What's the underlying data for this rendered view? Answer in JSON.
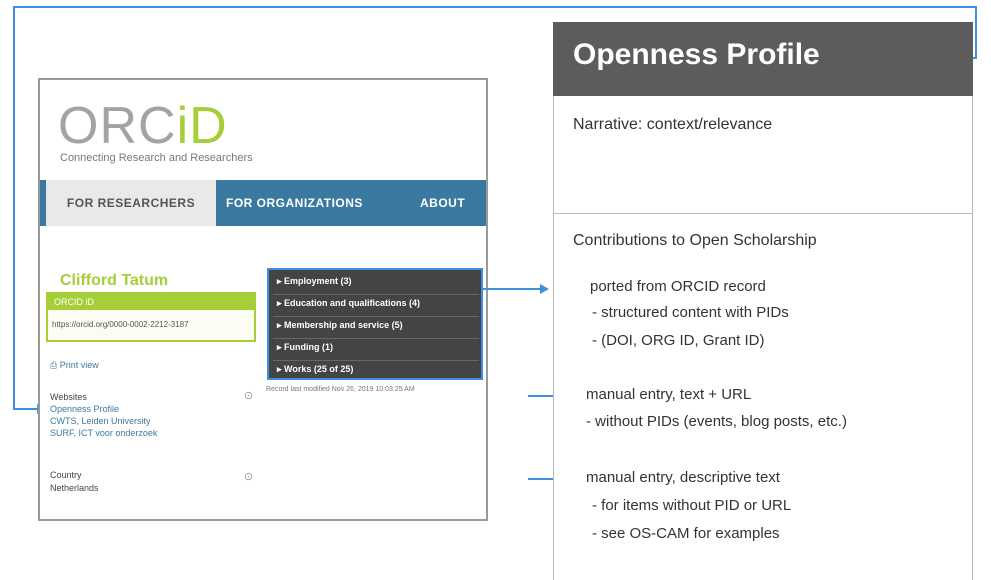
{
  "orcid": {
    "logo_main": "ORC",
    "logo_id": "iD",
    "tagline": "Connecting Research and Researchers",
    "nav": {
      "for_researchers": "FOR RESEARCHERS",
      "for_organizations": "FOR ORGANIZATIONS",
      "about": "ABOUT"
    },
    "person_name": "Clifford Tatum",
    "orcid_id_label": "ORCID iD",
    "orcid_url": "https://orcid.org/0000-0002-2212-3187",
    "print_view": "Print view",
    "websites_label": "Websites",
    "websites": [
      "Openness Profile",
      "CWTS, Leiden University",
      "SURF, ICT voor onderzoek"
    ],
    "country_label": "Country",
    "country_value": "Netherlands",
    "sections": [
      "Employment (3)",
      "Education and qualifications (4)",
      "Membership and service (5)",
      "Funding (1)",
      "Works (25 of 25)"
    ],
    "last_modified": "Record last modified Nov 26, 2019 10:03:25 AM"
  },
  "openness_profile": {
    "title": "Openness Profile",
    "narrative": "Narrative: context/relevance",
    "contributions_heading": "Contributions to Open Scholarship",
    "block1": {
      "lead": "ported from ORCID record",
      "items": [
        "-  structured content with PIDs",
        "-  (DOI, ORG ID, Grant ID)"
      ]
    },
    "block2": {
      "lead": "manual entry, text + URL",
      "items": [
        "- without PIDs (events, blog posts, etc.)"
      ]
    },
    "block3": {
      "lead": "manual entry, descriptive text",
      "items": [
        "-  for items without PID or URL",
        "-  see OS-CAM for examples"
      ]
    }
  },
  "colors": {
    "connector": "#3f8ee0",
    "orcid_green": "#a6ce39",
    "nav_blue": "#3b7aa0",
    "header_gray": "#5c5c5c"
  }
}
